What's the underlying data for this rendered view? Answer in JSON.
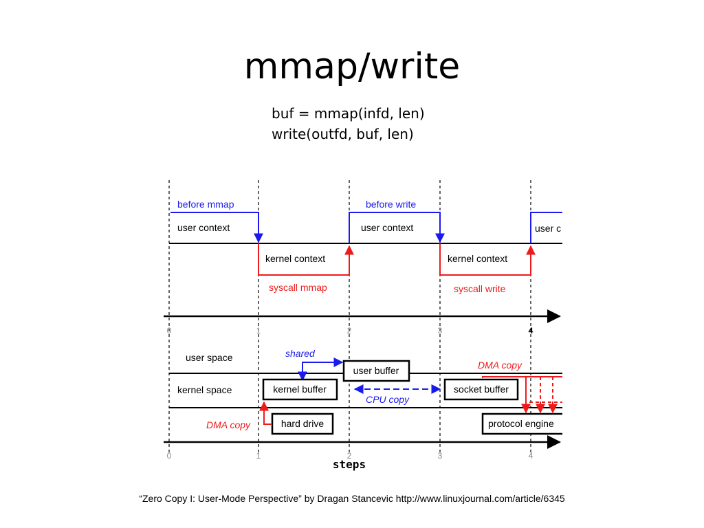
{
  "slide": {
    "title": "mmap/write",
    "code_lines": [
      "buf = mmap(infd, len)",
      "write(outfd, buf, len)"
    ],
    "caption": "“Zero Copy I: User-Mode Perspective” by  Dragan Stancevic http://www.linuxjournal.com/article/6345"
  },
  "diagram": {
    "context_timeline": {
      "labels": {
        "before_mmap": "before mmap",
        "user_context_1": "user context",
        "kernel_context_1": "kernel context",
        "syscall_mmap": "syscall mmap",
        "before_write": "before write",
        "user_context_2": "user context",
        "kernel_context_2": "kernel context",
        "syscall_write": "syscall write",
        "user_context_3_partial": "user c"
      },
      "ticks": [
        "0",
        "1",
        "2",
        "3",
        "4"
      ]
    },
    "data_flow": {
      "row_labels": {
        "user_space": "user space",
        "kernel_space": "kernel space"
      },
      "boxes": {
        "user_buffer": "user buffer",
        "kernel_buffer": "kernel buffer",
        "socket_buffer": "socket buffer",
        "hard_drive": "hard drive",
        "protocol_engine": "protocol engine"
      },
      "arrow_labels": {
        "shared": "shared",
        "cpu_copy": "CPU copy",
        "dma_copy_left": "DMA copy",
        "dma_copy_right": "DMA copy"
      },
      "ticks": [
        "0",
        "1",
        "2",
        "3",
        "4"
      ],
      "axis_label": "steps"
    },
    "colors": {
      "user": "#1a1aee",
      "kernel": "#ee1a1a",
      "line": "#000000",
      "tick": "#888888"
    }
  }
}
